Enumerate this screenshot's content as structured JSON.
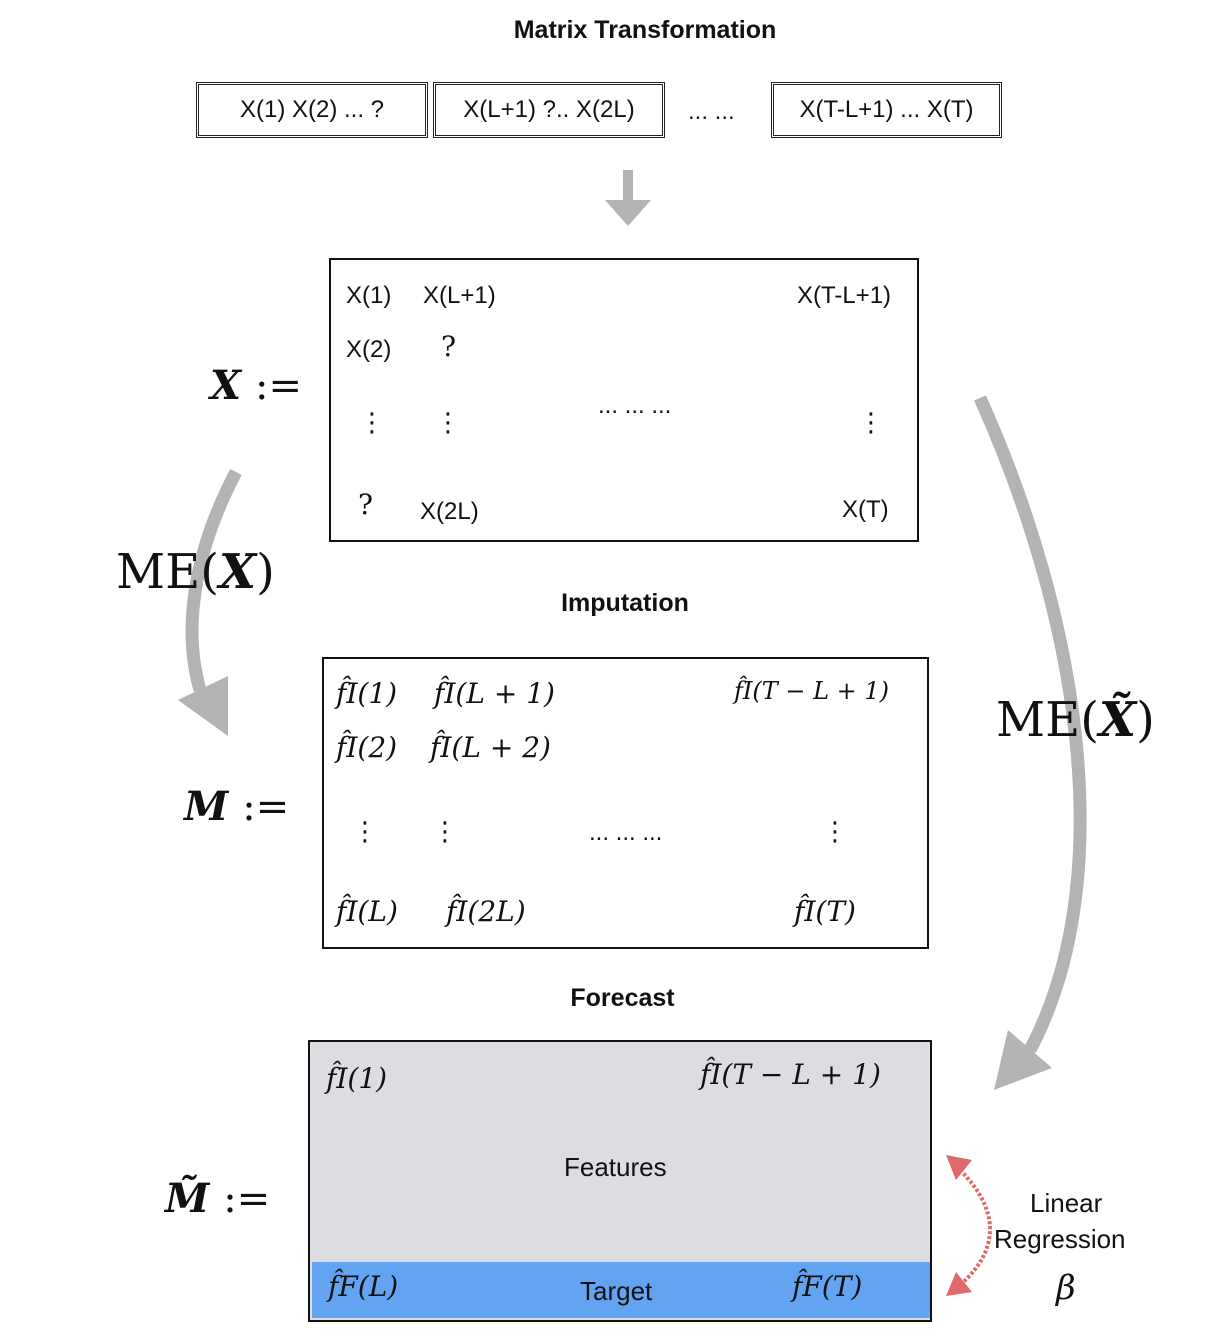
{
  "titles": {
    "matrix_transformation": "Matrix Transformation",
    "imputation": "Imputation",
    "forecast": "Forecast"
  },
  "series": {
    "seg1": "X(1) X(2) ...    ?",
    "seg2": "X(L+1) ?.. X(2L)",
    "ellipsis": "... ...",
    "seg3": "X(T-L+1) ... X(T)"
  },
  "matrix_x": {
    "label": "X",
    "assign": ":=",
    "r1c1": "X(1)",
    "r1c2": "X(L+1)",
    "r1c3": "X(T-L+1)",
    "r2c1": "X(2)",
    "r2c2": "?",
    "vdots": "⋮",
    "hdots": "... ... ...",
    "r4c1": "?",
    "r4c2": "X(2L)",
    "r4c3": "X(T)"
  },
  "matrix_m": {
    "label": "M",
    "assign": ":=",
    "r1c1": "f̂I(1)",
    "r1c2": "f̂I(L + 1)",
    "r1c3": "f̂I(T − L + 1)",
    "r2c1": "f̂I(2)",
    "r2c2": "f̂I(L + 2)",
    "vdots": "⋮",
    "hdots": "... ... ...",
    "r4c1": "f̂I(L)",
    "r4c2": "f̂I(2L)",
    "r4c3": "f̂I(T)"
  },
  "matrix_mtilde": {
    "label": "M̃",
    "assign": ":=",
    "f1": "f̂I(1)",
    "f2": "f̂I(T − L + 1)",
    "features_label": "Features",
    "t1": "f̂F(L)",
    "target_label": "Target",
    "t2": "f̂F(T)"
  },
  "arrows": {
    "me_x": "ME(",
    "me_x_var": "X",
    "me_close": ")",
    "me_xtilde": "ME(",
    "me_xtilde_var": "X̃",
    "me_xtilde_close": ")"
  },
  "regression": {
    "line1": "Linear",
    "line2": "Regression",
    "beta": "β"
  },
  "colors": {
    "features_fill": "#dcdde0",
    "target_fill": "#63a4f2",
    "arrow_gray": "#b3b3b3",
    "arrow_red": "#e06a6a"
  }
}
